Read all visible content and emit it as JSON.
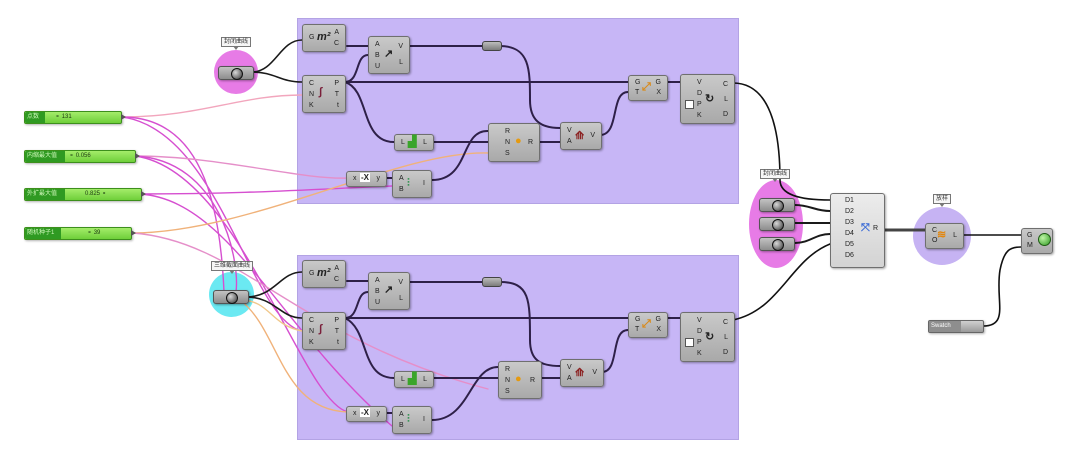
{
  "app": "Grasshopper canvas",
  "colors": {
    "group_fill": "#c7b6f6",
    "slider_green": "#7bd646",
    "wire_dark": "#2e2048",
    "wire_magenta": "#d64fd0",
    "wire_orange": "#f0b27a",
    "blob_magenta": "#e77be6",
    "blob_cyan": "#6be9f2",
    "blob_violet": "#c6b3f3"
  },
  "sliders": [
    {
      "label": "点数",
      "value": "131",
      "marker": "left"
    },
    {
      "label": "内缩最大值",
      "value": "0.056",
      "marker": "left"
    },
    {
      "label": "外扩最大值",
      "value": "0.825",
      "marker": "right"
    },
    {
      "label": "随机种子1",
      "value": "39",
      "marker": "left"
    }
  ],
  "groups_labels": {
    "top_curve": "封闭曲线",
    "bottom_curve": "三维截面曲线",
    "right_curves": "封闭曲线",
    "loft": "放样"
  },
  "components": {
    "area": {
      "inputs": [
        "G"
      ],
      "outputs": [
        "A",
        "C"
      ],
      "icon": "m²"
    },
    "vector2pt": {
      "inputs": [
        "A",
        "B",
        "U"
      ],
      "outputs": [
        "V",
        "L"
      ],
      "icon": "vector-icon"
    },
    "divide": {
      "inputs": [
        "C",
        "N",
        "K"
      ],
      "outputs": [
        "P",
        "T",
        "t"
      ],
      "icon": "divide-curve-icon"
    },
    "listlen": {
      "inputs": [
        "L"
      ],
      "outputs": [
        "L"
      ],
      "icon": "list-length-icon"
    },
    "random": {
      "inputs": [
        "R",
        "N",
        "S"
      ],
      "outputs": [
        "R"
      ],
      "icon": "random-icon"
    },
    "amplitude": {
      "inputs": [
        "V",
        "A"
      ],
      "outputs": [
        "V"
      ],
      "icon": "amplitude-icon"
    },
    "negative": {
      "inputs": [
        "x"
      ],
      "outputs": [
        "y"
      ],
      "icon": "-X"
    },
    "bounds": {
      "inputs": [
        "A",
        "B"
      ],
      "outputs": [
        "I"
      ],
      "icon": "construct-domain-icon"
    },
    "move": {
      "inputs": [
        "G",
        "T"
      ],
      "outputs": [
        "G",
        "X"
      ],
      "icon": "move-icon"
    },
    "interp": {
      "inputs": [
        "V",
        "D",
        "P",
        "K"
      ],
      "outputs": [
        "C",
        "L",
        "D"
      ],
      "icon": "interpolate-curve-icon"
    },
    "merge": {
      "inputs": [
        "D1",
        "D2",
        "D3",
        "D4",
        "D5",
        "D6"
      ],
      "outputs": [
        "R"
      ],
      "icon": "merge-icon"
    },
    "loft": {
      "inputs": [
        "C",
        "O"
      ],
      "outputs": [
        "L"
      ],
      "icon": "loft-icon"
    },
    "preview": {
      "inputs": [
        "G",
        "M"
      ],
      "outputs": [],
      "icon": "custom-preview-icon"
    }
  },
  "swatch": {
    "label": "Swatch"
  }
}
